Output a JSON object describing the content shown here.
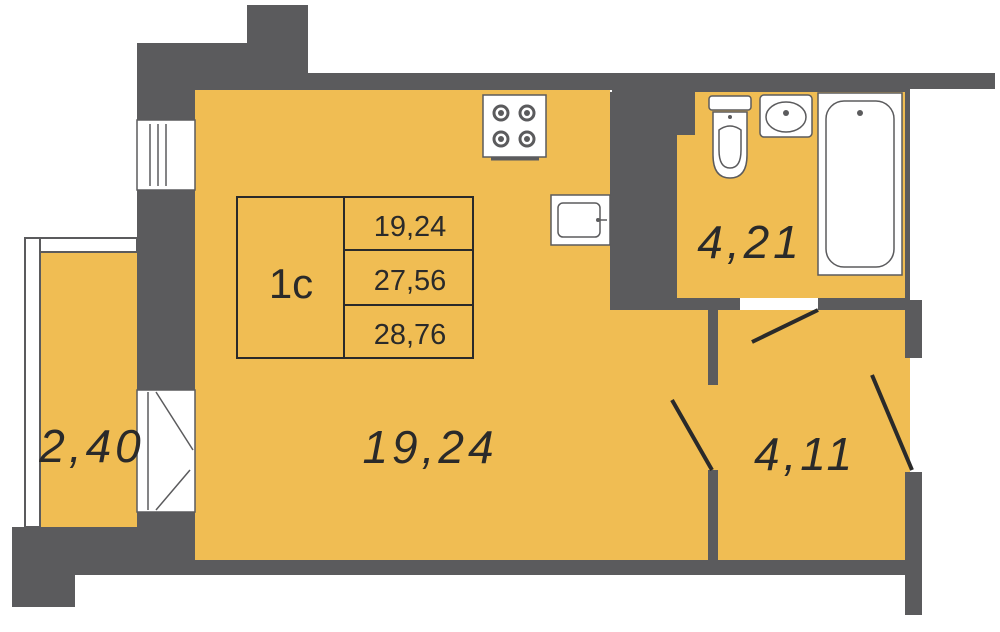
{
  "colors": {
    "wall": "#5b5b5d",
    "floor": "#f0bd53",
    "fixture": "#ffffff",
    "fixture_stroke": "#5b5b5d",
    "background": "#ffffff"
  },
  "summary": {
    "type": "1с",
    "areas": [
      "19,24",
      "27,56",
      "28,76"
    ]
  },
  "rooms": {
    "main_room": "19,24",
    "bathroom": "4,21",
    "hallway": "4,11",
    "balcony": "2,40"
  },
  "fixtures": [
    "stove-icon",
    "kitchen-sink-icon",
    "toilet-icon",
    "washbasin-icon",
    "bathtub-icon"
  ]
}
